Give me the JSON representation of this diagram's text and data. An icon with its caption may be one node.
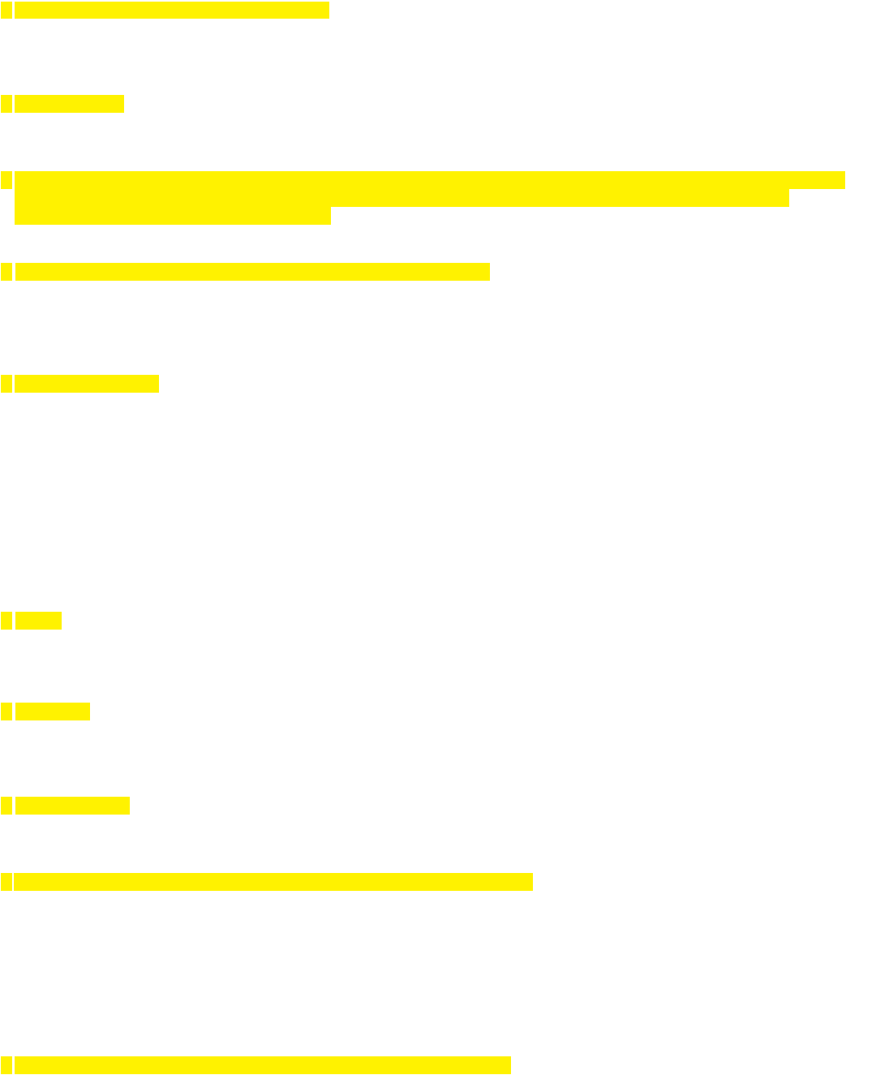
{
  "diagram": {
    "nodes": [
      {
        "text": [],
        "shape": "bar"
      },
      {
        "text": [],
        "shape": "bar"
      },
      {
        "text": [],
        "shape": "bar"
      },
      {
        "text": [],
        "shape": "bar"
      },
      {
        "text": [],
        "shape": "bar"
      },
      {
        "text": [],
        "shape": "bar"
      },
      {
        "text": [],
        "shape": "bar"
      },
      {
        "text": [],
        "shape": "bar"
      },
      {
        "text": [],
        "shape": "bar"
      },
      {
        "text": [],
        "shape": "bar"
      },
      {
        "text": [],
        "shape": "bar"
      },
      {
        "text": [],
        "shape": "bar"
      },
      {
        "text": [],
        "shape": "bar"
      },
      {
        "text": [],
        "shape": "bar"
      },
      {
        "text": [],
        "shape": "bar"
      },
      {
        "text": [],
        "shape": "bar"
      },
      {
        "text": [],
        "shape": "bar"
      },
      {
        "text": [],
        "shape": "bar"
      },
      {
        "text": [],
        "shape": "bar"
      },
      {
        "text": [],
        "shape": "bar"
      }
    ]
  }
}
